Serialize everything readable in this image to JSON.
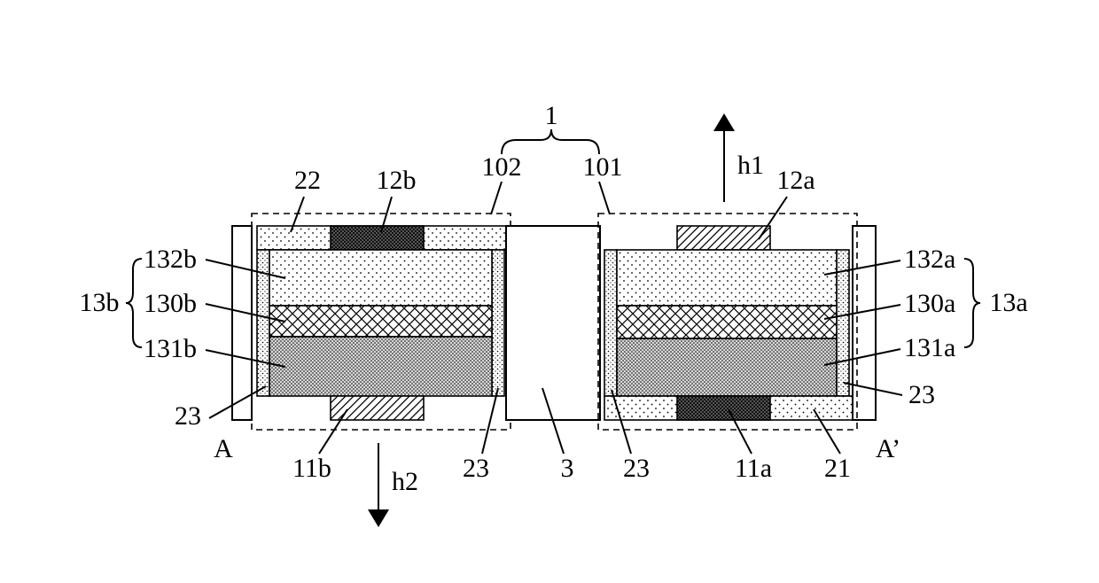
{
  "labels": {
    "group_1": "1",
    "region_102": "102",
    "region_101": "101",
    "dir_h1": "h1",
    "dir_h2": "h2",
    "layer_22": "22",
    "electrode_12b": "12b",
    "electrode_12a": "12a",
    "stack_13b": "13b",
    "stack_13a": "13a",
    "layer_132b": "132b",
    "layer_130b": "130b",
    "layer_131b": "131b",
    "layer_132a": "132a",
    "layer_130a": "130a",
    "layer_131a": "131a",
    "wall_23_left": "23",
    "wall_23_right": "23",
    "wall_23_center_left": "23",
    "wall_23_center_right": "23",
    "section_A": "A",
    "section_A_prime": "A’",
    "electrode_11b": "11b",
    "electrode_11a": "11a",
    "substrate_21": "21",
    "divider_3": "3"
  },
  "fill_patterns": {
    "layer_132": "sparse-dots",
    "layer_130": "cross-hatch",
    "layer_131": "dense-dots",
    "layers_21_22": "sparse-dots",
    "walls_23": "fine-dots",
    "electrodes_light": "diagonal-hatch",
    "electrodes_dark": "dark-checker"
  }
}
